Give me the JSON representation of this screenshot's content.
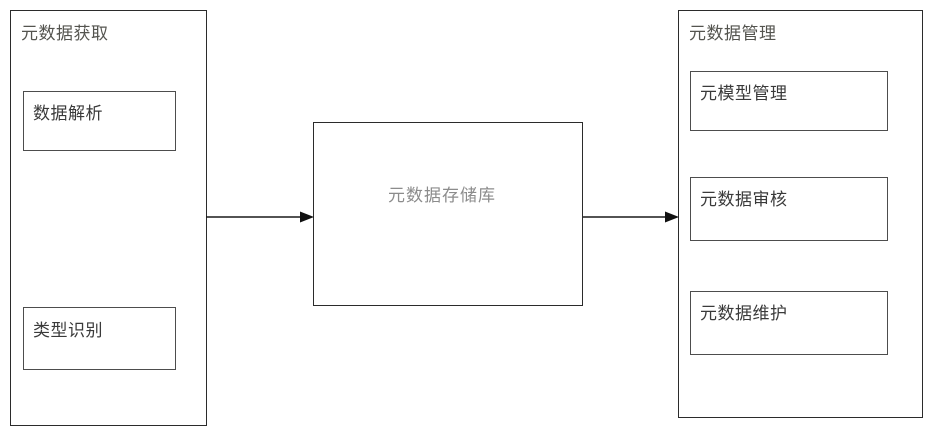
{
  "diagram": {
    "title_text_language": "zh",
    "background_color": "#ffffff",
    "line_color": "#2b2b2b",
    "muted_text_color": "#8c8c8c"
  },
  "left_panel": {
    "title": "元数据获取",
    "boxes": [
      {
        "label": "数据解析"
      },
      {
        "label": "类型识别"
      }
    ]
  },
  "center": {
    "label": "元数据存储库"
  },
  "right_panel": {
    "title": "元数据管理",
    "boxes": [
      {
        "label": "元模型管理"
      },
      {
        "label": "元数据审核"
      },
      {
        "label": "元数据维护"
      }
    ]
  },
  "connectors": [
    {
      "name": "acquire-to-repository",
      "from": "元数据获取",
      "to": "元数据存储库",
      "direction": "right"
    },
    {
      "name": "repository-to-management",
      "from": "元数据存储库",
      "to": "元数据管理",
      "direction": "right"
    }
  ]
}
